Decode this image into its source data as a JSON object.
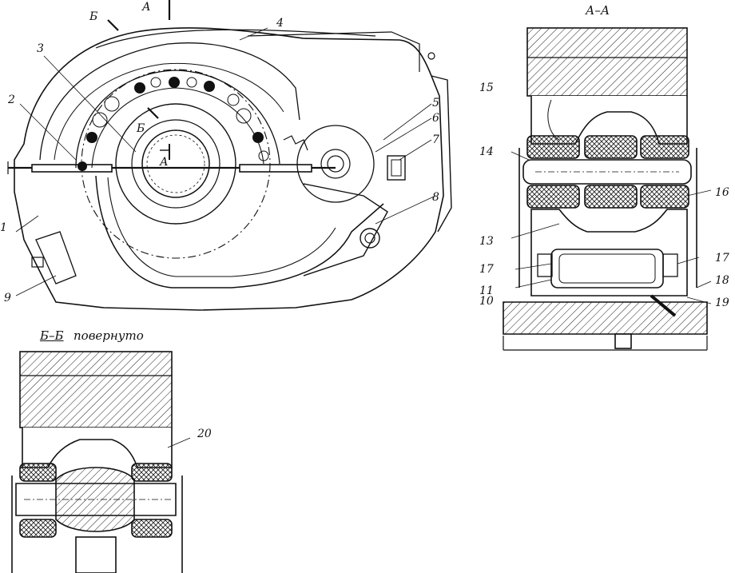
{
  "sections": {
    "a_a": "А–А",
    "b_b_prefix": "Б–Б",
    "b_b_suffix": "повернуто"
  },
  "cut_marks": {
    "a": "А",
    "b": "Б"
  },
  "callouts": [
    "1",
    "2",
    "3",
    "4",
    "5",
    "6",
    "7",
    "8",
    "9",
    "10",
    "11",
    "13",
    "14",
    "15",
    "16",
    "17",
    "17",
    "18",
    "19",
    "20"
  ]
}
